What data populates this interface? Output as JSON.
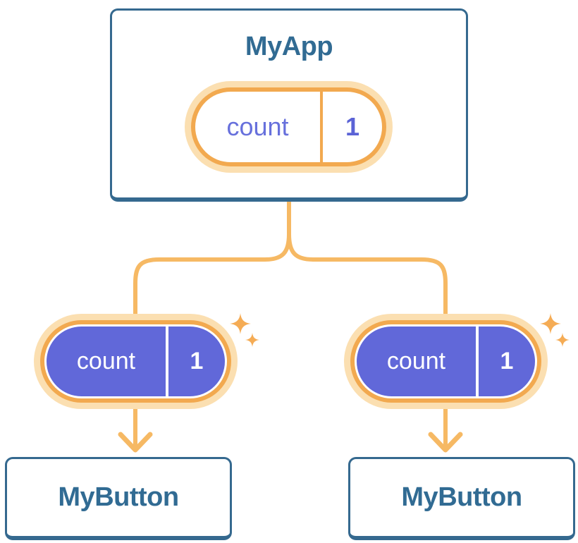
{
  "tree": {
    "root": {
      "title": "MyApp",
      "state": {
        "label": "count",
        "value": "1"
      }
    },
    "children": [
      {
        "title": "MyButton",
        "prop": {
          "label": "count",
          "value": "1"
        }
      },
      {
        "title": "MyButton",
        "prop": {
          "label": "count",
          "value": "1"
        }
      }
    ]
  },
  "icons": {
    "sparkles": "four-point-sparkle-stars"
  },
  "colors": {
    "card_border_blue": "#35698F",
    "title_text_blue": "#316B93",
    "connector_orange": "#F6B964",
    "ring_orange": "#F2A94F",
    "ring_pale_orange": "#FBDFB1",
    "pill_purple": "#6168D9",
    "state_text_purple": "#6770DC",
    "state_value_purple": "#5B63D6",
    "sparkle_orange": "#F5AC55",
    "background": "#FFFFFF"
  }
}
